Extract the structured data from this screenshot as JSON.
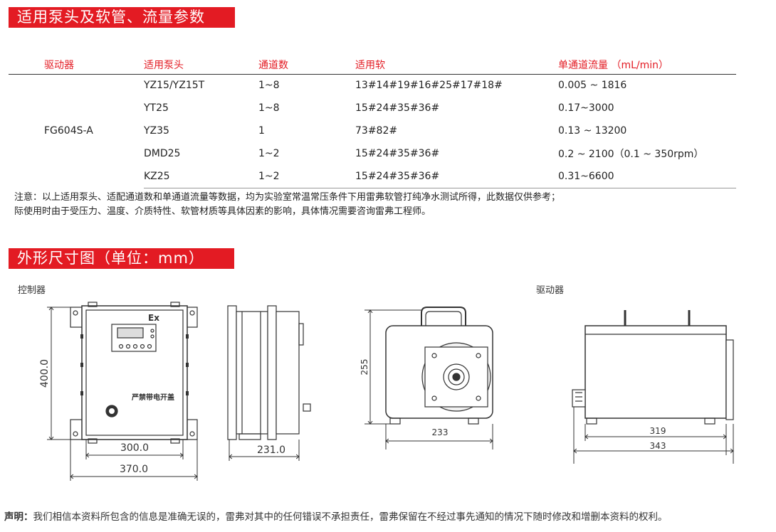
{
  "section1_title": "适用泵头及软管、流量参数",
  "section2_title": "外形尺寸图（单位：mm）",
  "table": {
    "headers": [
      "驱动器",
      "适用泵头",
      "通道数",
      "适用软",
      "单通道流量 （mL/min）"
    ],
    "driver": "FG604S-A",
    "rows": [
      {
        "head": "YZ15/YZ15T",
        "channels": "1~8",
        "tubing": "13#14#19#16#25#17#18#",
        "flow": "0.005 ~ 1816"
      },
      {
        "head": "YT25",
        "channels": "1~8",
        "tubing": "15#24#35#36#",
        "flow": "0.17~3000"
      },
      {
        "head": "YZ35",
        "channels": "1",
        "tubing": "73#82#",
        "flow": "0.13 ~ 13200"
      },
      {
        "head": "DMD25",
        "channels": "1~2",
        "tubing": "15#24#35#36#",
        "flow": "0.2 ~ 2100（0.1 ~ 350rpm）"
      },
      {
        "head": "KZ25",
        "channels": "1~2",
        "tubing": "15#24#35#36#",
        "flow": "0.31~6600"
      }
    ]
  },
  "note_line1": "注意：以上适用泵头、适配通道数和单通道流量等数据，均为实验室常温常压条件下用雷弗软管打纯净水测试所得，此数据仅供参考；",
  "note_line2": "际使用时由于受压力、温度、介质特性、软管材质等具体因素的影响，具体情况需要咨询雷弗工程师。",
  "label_controller": "控制器",
  "label_driver": "驱动器",
  "dims": {
    "ctrl_height": "400.0",
    "ctrl_inner_w": "300.0",
    "ctrl_outer_w": "370.0",
    "ctrl_depth": "231.0",
    "drv_height": "255",
    "drv_front_w": "233",
    "drv_side_inner": "319",
    "drv_side_outer": "343"
  },
  "panel_ex_mark": "Ex",
  "panel_warning": "严禁带电开盖",
  "footer_label": "声明：",
  "footer_text": "我们相信本资料所包含的信息是准确无误的，雷弗对其中的任何错误不承担责任，雷弗保留在不经过事先通知的情况下随时修改和增删本资料的权利。"
}
